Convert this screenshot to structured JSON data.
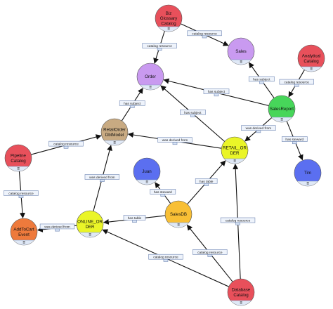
{
  "graph": {
    "nodes": [
      {
        "id": "bizglossary",
        "lines": [
          "Biz",
          "Glossary",
          "Catalog"
        ],
        "color": "#e8505b"
      },
      {
        "id": "sales",
        "lines": [
          "Sales"
        ],
        "color": "#c99af0"
      },
      {
        "id": "analytical",
        "lines": [
          "Analytical",
          "Catalog"
        ],
        "color": "#e8505b"
      },
      {
        "id": "order",
        "lines": [
          "Order"
        ],
        "color": "#c99af0"
      },
      {
        "id": "salesreport",
        "lines": [
          "SalesReport"
        ],
        "color": "#47d65a"
      },
      {
        "id": "retailorderdbt",
        "lines": [
          "RetailOrder",
          "DbtModel"
        ],
        "color": "#c8aa82"
      },
      {
        "id": "retail_order",
        "lines": [
          "RETAIL_OR",
          "DER"
        ],
        "color": "#eaf528"
      },
      {
        "id": "tim",
        "lines": [
          "Tim"
        ],
        "color": "#5b6ff0"
      },
      {
        "id": "pipeline",
        "lines": [
          "Pipeline",
          "Catalog"
        ],
        "color": "#e8505b"
      },
      {
        "id": "juan",
        "lines": [
          "Juan"
        ],
        "color": "#5b6ff0"
      },
      {
        "id": "addtocart",
        "lines": [
          "AddToCart",
          "Event"
        ],
        "color": "#ee7a3c"
      },
      {
        "id": "online_order",
        "lines": [
          "ONLINE_OR",
          "DER"
        ],
        "color": "#eaf528"
      },
      {
        "id": "salesdb",
        "lines": [
          "SalesDB"
        ],
        "color": "#f8bf35"
      },
      {
        "id": "database",
        "lines": [
          "Database",
          "Catalog"
        ],
        "color": "#e8505b"
      }
    ],
    "node_tag": "≡",
    "edges": [
      {
        "from": "bizglossary",
        "to": "sales",
        "label": "catalog resource"
      },
      {
        "from": "bizglossary",
        "to": "order",
        "label": "catalog resource"
      },
      {
        "from": "analytical",
        "to": "salesreport",
        "label": "catalog resource"
      },
      {
        "from": "salesreport",
        "to": "sales",
        "label": "has subject"
      },
      {
        "from": "salesreport",
        "to": "order",
        "label": "has subject"
      },
      {
        "from": "salesreport",
        "to": "tim",
        "label": "has steward"
      },
      {
        "from": "salesreport",
        "to": "retail_order",
        "label": "was derived from"
      },
      {
        "from": "retailorderdbt",
        "to": "order",
        "label": "has subject"
      },
      {
        "from": "retail_order",
        "to": "order",
        "label": "has subject"
      },
      {
        "from": "retail_order",
        "to": "retailorderdbt",
        "label": "was derived from"
      },
      {
        "from": "pipeline",
        "to": "retailorderdbt",
        "label": "catalog resource"
      },
      {
        "from": "pipeline",
        "to": "addtocart",
        "label": "catalog resource"
      },
      {
        "from": "online_order",
        "to": "addtocart",
        "label": "was derived from"
      },
      {
        "from": "online_order",
        "to": "retailorderdbt",
        "label": "was derived from"
      },
      {
        "from": "salesdb",
        "to": "juan",
        "label": "has steward"
      },
      {
        "from": "salesdb",
        "to": "retail_order",
        "label": "has table"
      },
      {
        "from": "salesdb",
        "to": "online_order",
        "label": "has table"
      },
      {
        "from": "database",
        "to": "retail_order",
        "label": "catalog resource"
      },
      {
        "from": "database",
        "to": "salesdb",
        "label": "catalog resource"
      },
      {
        "from": "database",
        "to": "online_order",
        "label": "catalog resource"
      }
    ]
  }
}
